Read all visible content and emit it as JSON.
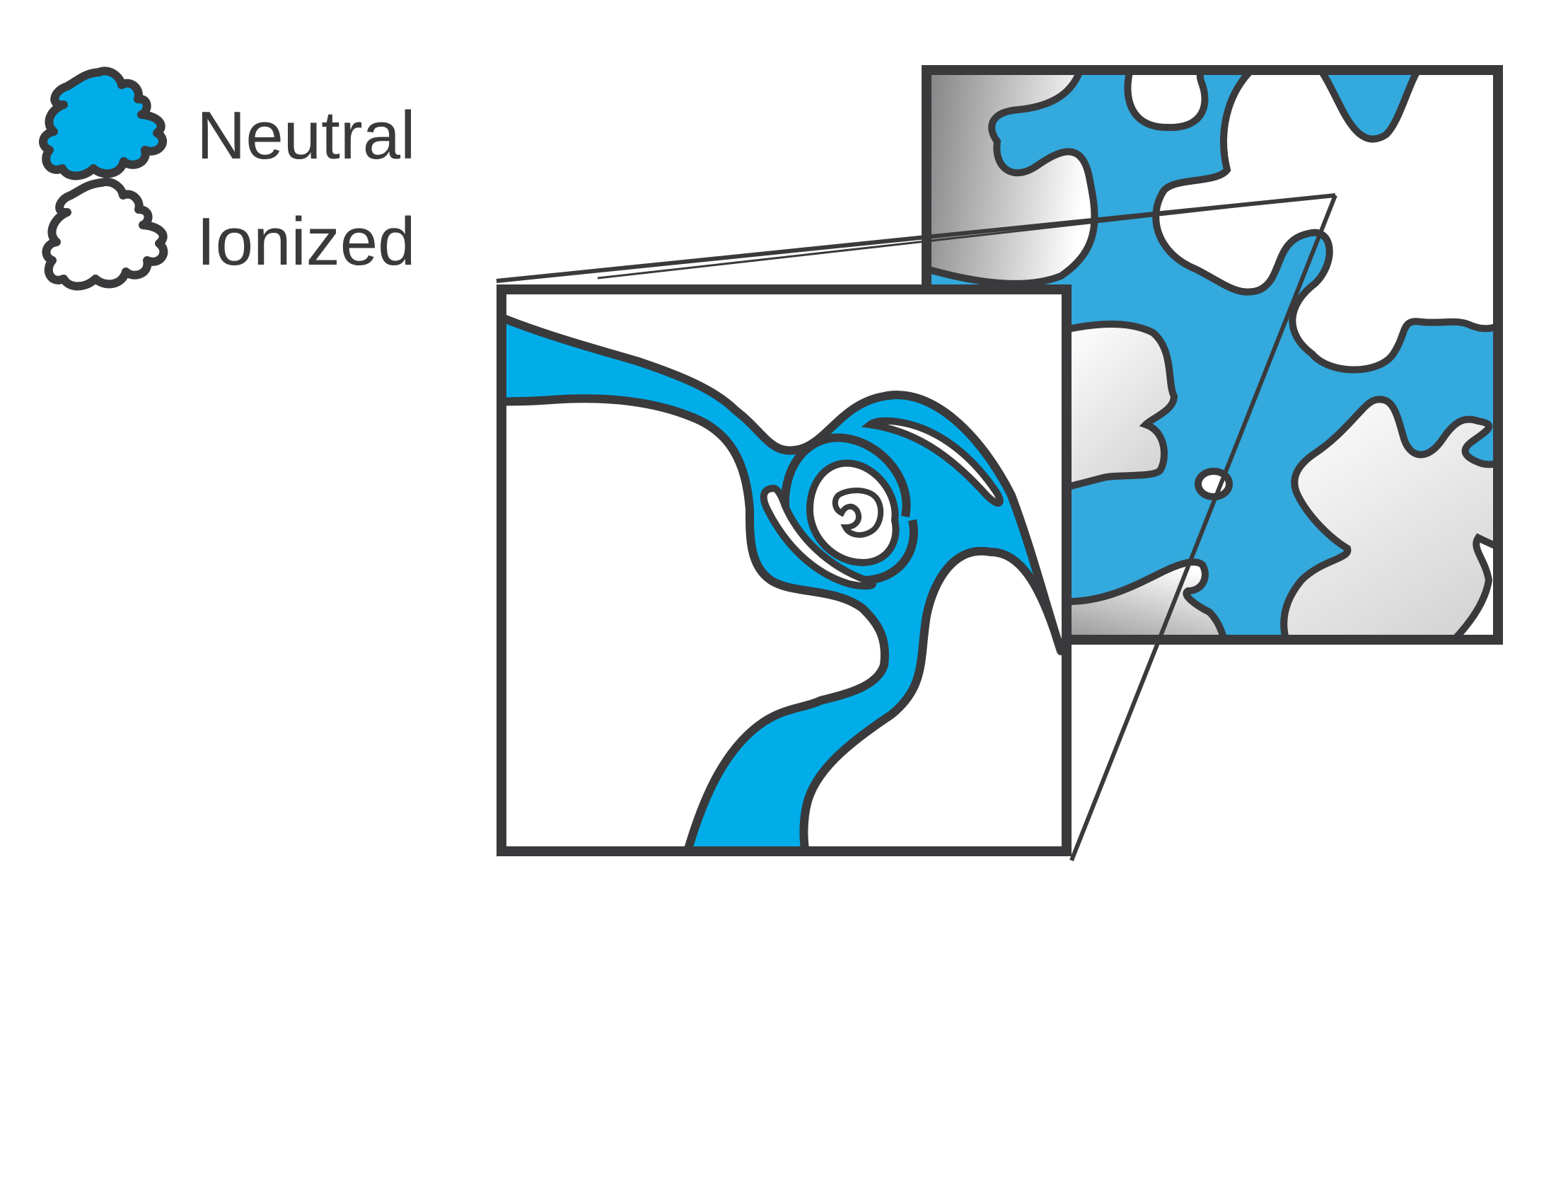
{
  "colors": {
    "neutral": "#00ade9",
    "neutral_far": "#33a9dd",
    "ionized": "#ffffff",
    "outline": "#3a3a3c",
    "gradient_dark": "#6b6b6b",
    "background": "#ffffff"
  },
  "legend": {
    "items": [
      {
        "label": "Neutral",
        "state": "neutral",
        "icon": "blob-icon-blue"
      },
      {
        "label": "Ionized",
        "state": "ionized",
        "icon": "blob-icon-white"
      }
    ]
  }
}
